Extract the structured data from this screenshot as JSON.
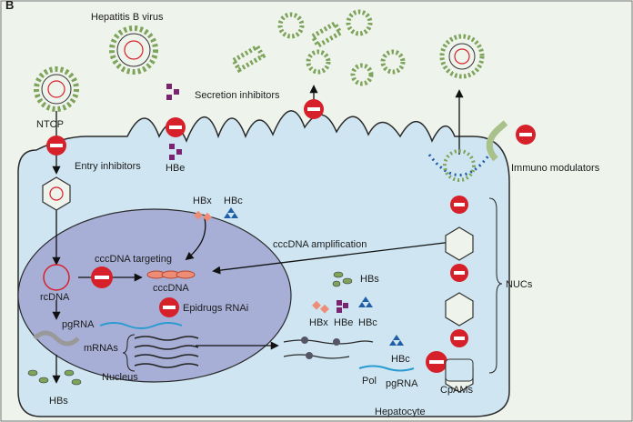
{
  "panel_letter": "B",
  "virus_label": "Hepatitis B virus",
  "labels": {
    "ntcp": "NTCP",
    "entry_inhibitors": "Entry inhibitors",
    "hbe_top": "HBe",
    "secretion_inhibitors": "Secretion inhibitors",
    "immuno_modulators": "Immuno modulators",
    "hbx_top": "HBx",
    "hbc_top": "HBc",
    "cccdna_targeting": "cccDNA targeting",
    "cccdna_amplification": "cccDNA amplification",
    "rcdna": "rcDNA",
    "cccdna": "cccDNA",
    "epidrugs_rnai": "Epidrugs RNAi",
    "pgrna_nucleus": "pgRNA",
    "mrnas": "mRNAs",
    "nucleus": "Nucleus",
    "hbs_bottom_left": "HBs",
    "hbs_mid": "HBs",
    "hbx_mid": "HBx",
    "hbe_mid": "HBe",
    "hbc_mid": "HBc",
    "hbc_low": "HBc",
    "pol": "Pol",
    "pgrna_low": "pgRNA",
    "cpams": "CpAMs",
    "nucs": "NUCs",
    "hepatocyte": "Hepatocyte"
  },
  "colors": {
    "cell_fill": "#cfe6f2",
    "nucleus_fill": "#a7afd6",
    "inhibitor_red": "#d6202a",
    "virus_green": "#7ea35a",
    "protein_purple": "#7a2470",
    "protein_pink": "#ee8d77",
    "protein_blue": "#1f5ea5"
  }
}
